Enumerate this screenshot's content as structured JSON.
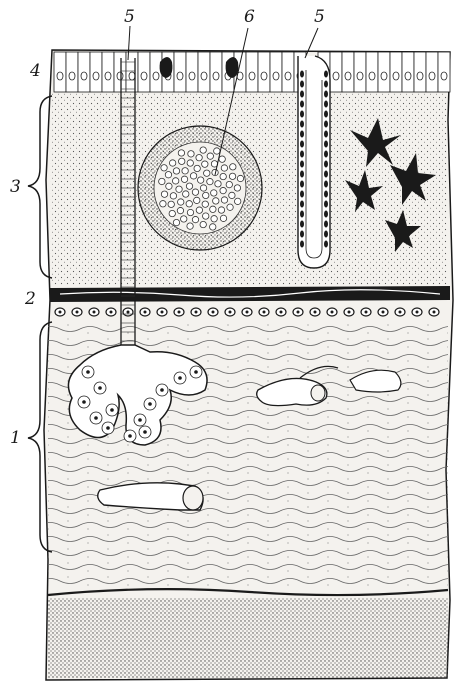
{
  "figure": {
    "labels": {
      "l1": "1",
      "l2": "2",
      "l3": "3",
      "l4": "4",
      "l5a": "5",
      "l5b": "5",
      "l6": "6"
    }
  },
  "colors": {
    "ink": "#1a1a1a",
    "tissue": "#f4f2ee",
    "nucleus": "#222222",
    "stipple": "#555555"
  }
}
